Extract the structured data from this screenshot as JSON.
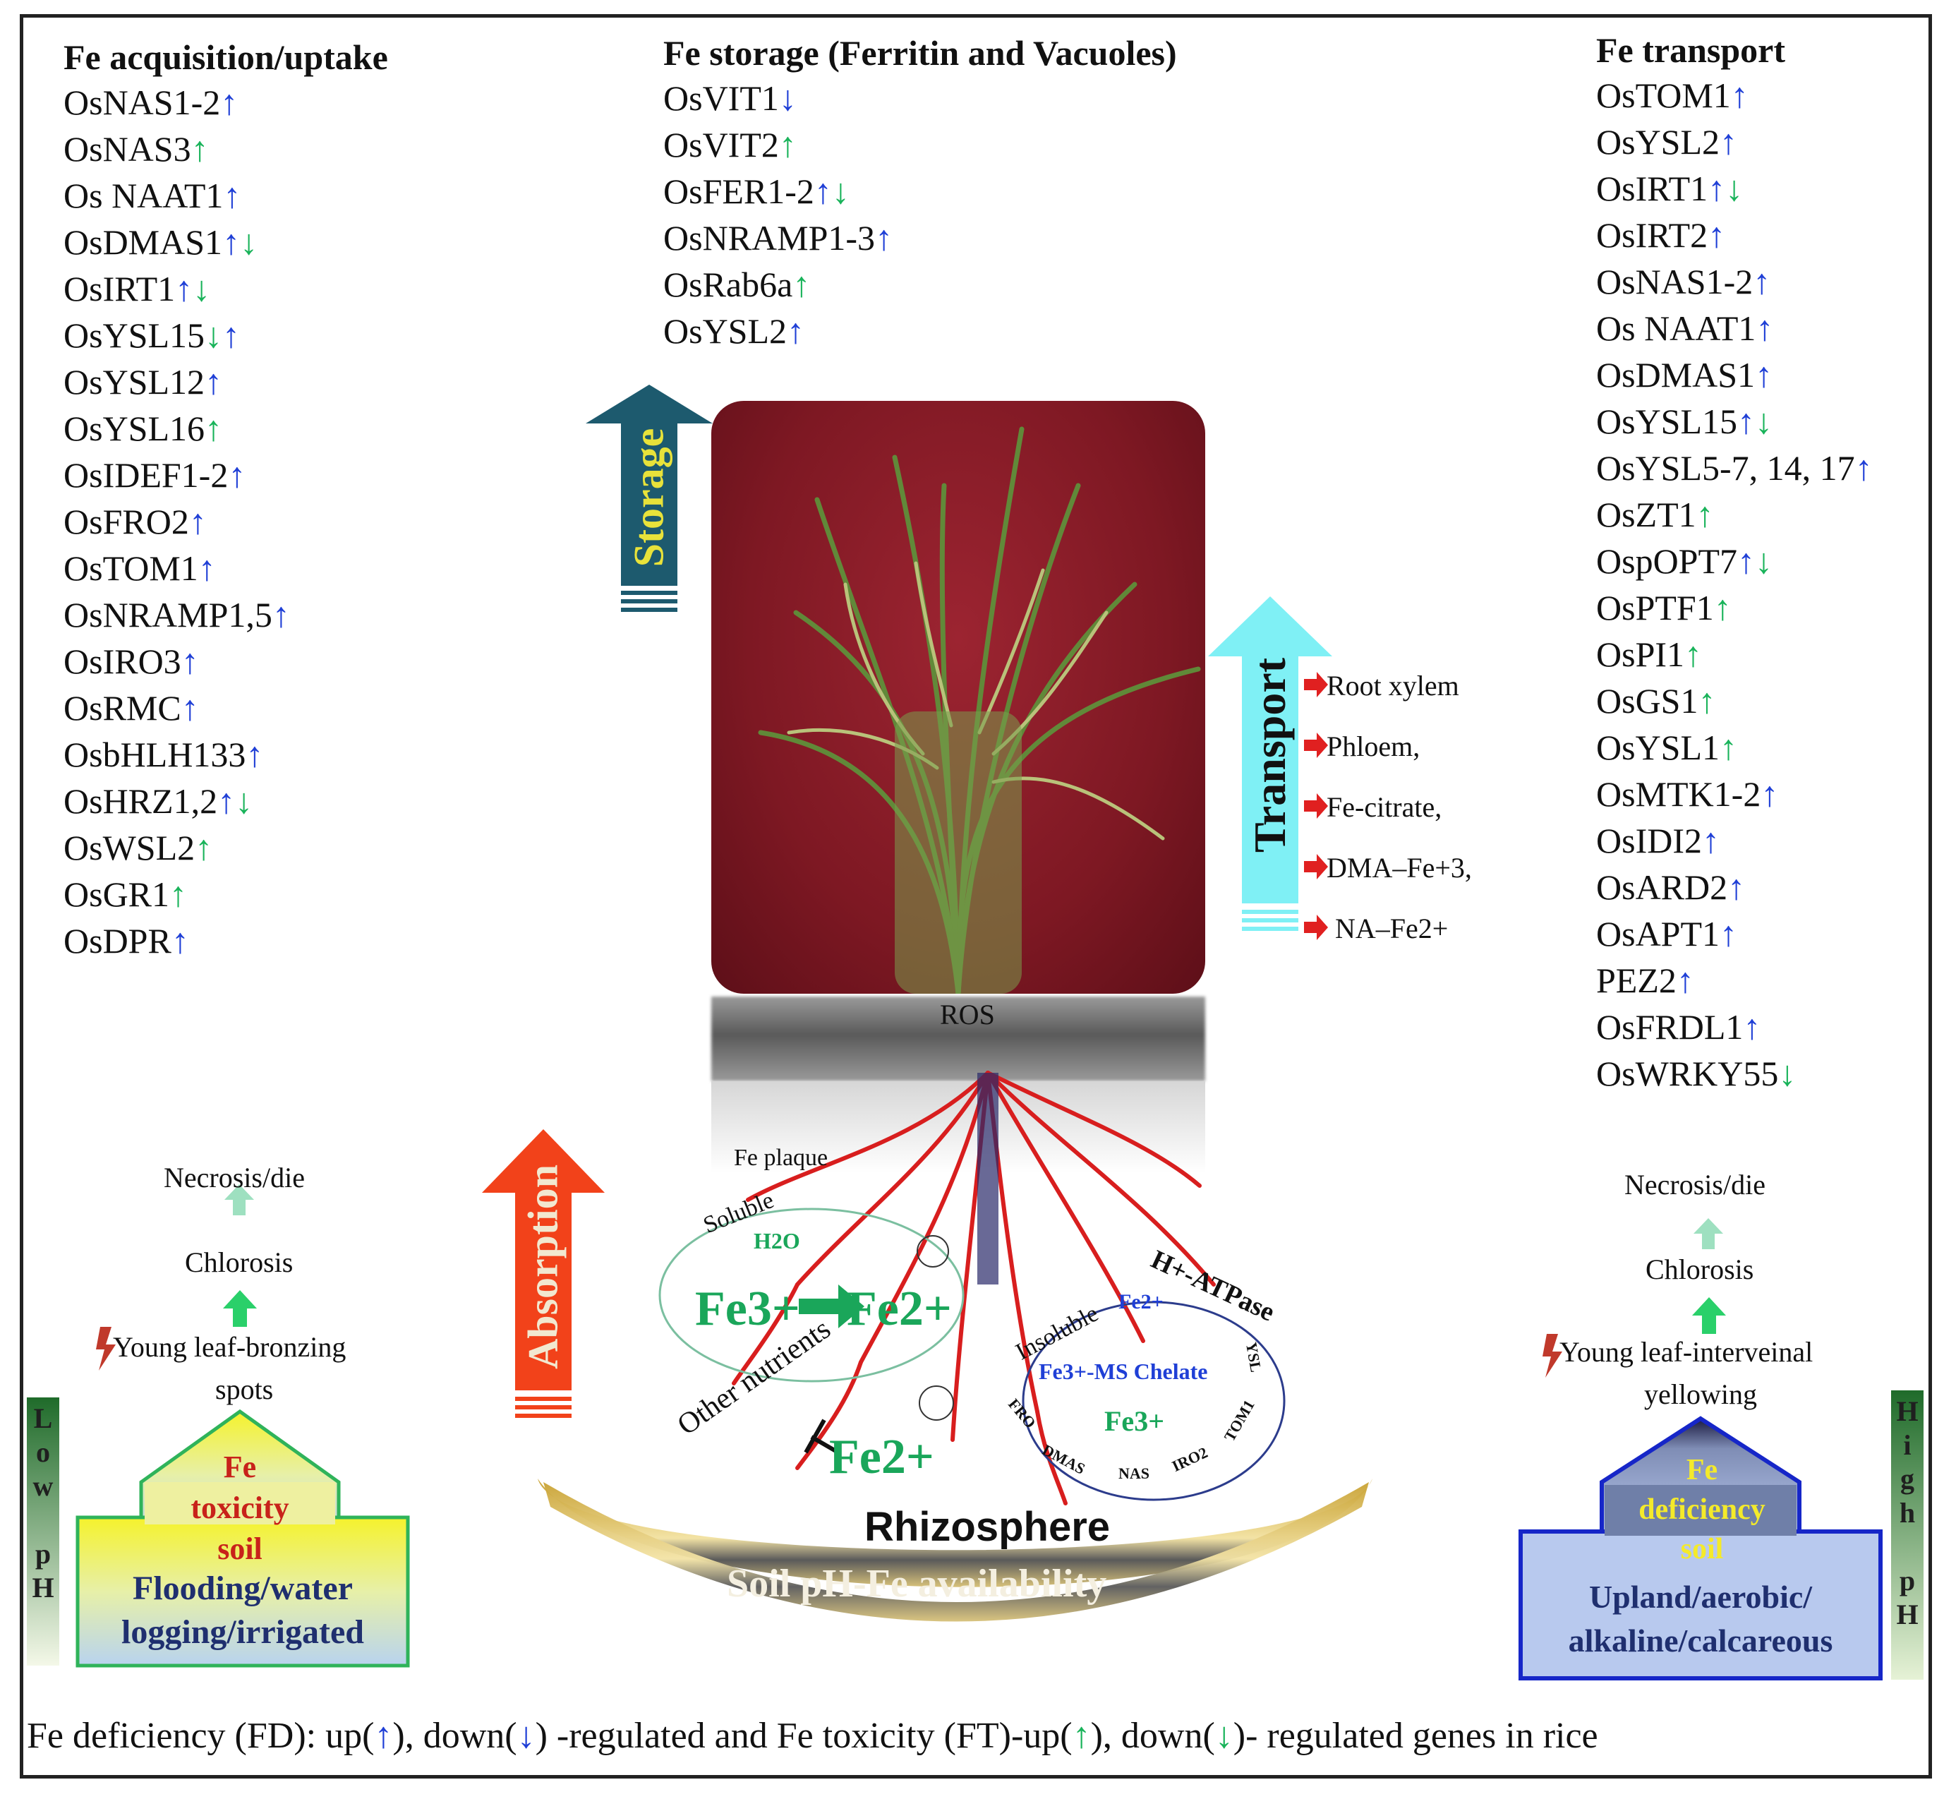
{
  "acquisition": {
    "title": "Fe acquisition/uptake",
    "genes": [
      {
        "name": "OsNAS1-2",
        "marks": [
          {
            "s": "↑",
            "t": "fd"
          }
        ]
      },
      {
        "name": "OsNAS3",
        "marks": [
          {
            "s": "↑",
            "t": "ft"
          }
        ]
      },
      {
        "name": "Os NAAT1",
        "marks": [
          {
            "s": "↑",
            "t": "fd"
          }
        ]
      },
      {
        "name": "OsDMAS1",
        "marks": [
          {
            "s": "↑",
            "t": "fd"
          },
          {
            "s": "↓",
            "t": "ft"
          }
        ]
      },
      {
        "name": "OsIRT1",
        "marks": [
          {
            "s": "↑",
            "t": "fd"
          },
          {
            "s": "↓",
            "t": "ft"
          }
        ]
      },
      {
        "name": "OsYSL15",
        "marks": [
          {
            "s": "↓",
            "t": "ft"
          },
          {
            "s": "↑",
            "t": "fd"
          }
        ]
      },
      {
        "name": "OsYSL12",
        "marks": [
          {
            "s": "↑",
            "t": "fd"
          }
        ]
      },
      {
        "name": "OsYSL16",
        "marks": [
          {
            "s": "↑",
            "t": "ft"
          }
        ]
      },
      {
        "name": "OsIDEF1-2",
        "marks": [
          {
            "s": "↑",
            "t": "fd"
          }
        ]
      },
      {
        "name": "OsFRO2",
        "marks": [
          {
            "s": "↑",
            "t": "fd"
          }
        ]
      },
      {
        "name": "OsTOM1",
        "marks": [
          {
            "s": "↑",
            "t": "fd"
          }
        ]
      },
      {
        "name": "OsNRAMP1,5",
        "marks": [
          {
            "s": "↑",
            "t": "fd"
          }
        ]
      },
      {
        "name": "OsIRO3",
        "marks": [
          {
            "s": "↑",
            "t": "fd"
          }
        ]
      },
      {
        "name": "OsRMC",
        "marks": [
          {
            "s": "↑",
            "t": "fd"
          }
        ]
      },
      {
        "name": "OsbHLH133",
        "marks": [
          {
            "s": "↑",
            "t": "fd"
          }
        ]
      },
      {
        "name": "OsHRZ1,2",
        "marks": [
          {
            "s": "↑",
            "t": "fd"
          },
          {
            "s": "↓",
            "t": "ft"
          }
        ]
      },
      {
        "name": "OsWSL2",
        "marks": [
          {
            "s": "↑",
            "t": "ft"
          }
        ]
      },
      {
        "name": "OsGR1",
        "marks": [
          {
            "s": "↑",
            "t": "ft"
          }
        ]
      },
      {
        "name": "OsDPR",
        "marks": [
          {
            "s": "↑",
            "t": "fd"
          }
        ]
      }
    ]
  },
  "storage": {
    "title": "Fe storage (Ferritin and Vacuoles)",
    "genes": [
      {
        "name": "OsVIT1",
        "marks": [
          {
            "s": "↓",
            "t": "fd"
          }
        ]
      },
      {
        "name": "OsVIT2",
        "marks": [
          {
            "s": "↑",
            "t": "ft"
          }
        ]
      },
      {
        "name": "OsFER1-2",
        "marks": [
          {
            "s": "↑",
            "t": "fd"
          },
          {
            "s": "↓",
            "t": "ft"
          }
        ]
      },
      {
        "name": "OsNRAMP1-3",
        "marks": [
          {
            "s": "↑",
            "t": "fd"
          }
        ]
      },
      {
        "name": "OsRab6a",
        "marks": [
          {
            "s": "↑",
            "t": "ft"
          }
        ]
      },
      {
        "name": "OsYSL2",
        "marks": [
          {
            "s": "↑",
            "t": "fd"
          }
        ]
      }
    ]
  },
  "transport": {
    "title": "Fe transport",
    "genes": [
      {
        "name": "OsTOM1",
        "marks": [
          {
            "s": "↑",
            "t": "fd"
          }
        ]
      },
      {
        "name": "OsYSL2",
        "marks": [
          {
            "s": "↑",
            "t": "fd"
          }
        ]
      },
      {
        "name": "OsIRT1",
        "marks": [
          {
            "s": "↑",
            "t": "fd"
          },
          {
            "s": "↓",
            "t": "ft"
          }
        ]
      },
      {
        "name": "OsIRT2",
        "marks": [
          {
            "s": "↑",
            "t": "fd"
          }
        ]
      },
      {
        "name": "OsNAS1-2",
        "marks": [
          {
            "s": "↑",
            "t": "fd"
          }
        ]
      },
      {
        "name": "Os NAAT1",
        "marks": [
          {
            "s": "↑",
            "t": "fd"
          }
        ]
      },
      {
        "name": "OsDMAS1",
        "marks": [
          {
            "s": "↑",
            "t": "fd"
          }
        ]
      },
      {
        "name": "OsYSL15",
        "marks": [
          {
            "s": "↑",
            "t": "fd"
          },
          {
            "s": "↓",
            "t": "ft"
          }
        ]
      },
      {
        "name": "OsYSL5-7, 14, 17",
        "marks": [
          {
            "s": "↑",
            "t": "fd"
          }
        ]
      },
      {
        "name": "OsZT1",
        "marks": [
          {
            "s": "↑",
            "t": "ft"
          }
        ]
      },
      {
        "name": "OspOPT7",
        "marks": [
          {
            "s": "↑",
            "t": "fd"
          },
          {
            "s": "↓",
            "t": "ft"
          }
        ]
      },
      {
        "name": "OsPTF1",
        "marks": [
          {
            "s": "↑",
            "t": "ft"
          }
        ]
      },
      {
        "name": "OsPI1",
        "marks": [
          {
            "s": "↑",
            "t": "ft"
          }
        ]
      },
      {
        "name": "OsGS1",
        "marks": [
          {
            "s": "↑",
            "t": "ft"
          }
        ]
      },
      {
        "name": "OsYSL1",
        "marks": [
          {
            "s": "↑",
            "t": "ft"
          }
        ]
      },
      {
        "name": "OsMTK1-2",
        "marks": [
          {
            "s": "↑",
            "t": "fd"
          }
        ]
      },
      {
        "name": "OsIDI2",
        "marks": [
          {
            "s": "↑",
            "t": "fd"
          }
        ]
      },
      {
        "name": "OsARD2",
        "marks": [
          {
            "s": "↑",
            "t": "fd"
          }
        ]
      },
      {
        "name": "OsAPT1",
        "marks": [
          {
            "s": "↑",
            "t": "fd"
          }
        ]
      },
      {
        "name": "PEZ2",
        "marks": [
          {
            "s": "↑",
            "t": "fd"
          }
        ]
      },
      {
        "name": "OsFRDL1",
        "marks": [
          {
            "s": "↑",
            "t": "fd"
          }
        ]
      },
      {
        "name": "OsWRKY55",
        "marks": [
          {
            "s": "↓",
            "t": "ft"
          }
        ]
      }
    ]
  },
  "arrows": {
    "storage": "Storage",
    "transport": "Transport",
    "absorption": "Absorption"
  },
  "transport_routes": [
    "Root xylem",
    "Phloem,",
    "Fe-citrate,",
    "DMA–Fe+3,",
    "NA–Fe2+"
  ],
  "plant": {
    "ros": "ROS",
    "fe_plaque": "Fe plaque",
    "soluble": "Soluble",
    "h2o": "H2O",
    "fe3": "Fe3+",
    "fe2": "Fe2+",
    "insoluble": "Insoluble",
    "atpase": "H+-ATPase",
    "chelate": "Fe3+-MS Chelate",
    "fe3_inner": "Fe3+",
    "fe2_inner": "Fe2+",
    "ring_labels": [
      "FRO",
      "DMAS",
      "NAS",
      "IRO2",
      "TOM1",
      "YSL"
    ],
    "other_nutrients": "Other nutrients",
    "fe2_block": "Fe2+"
  },
  "rhizosphere": {
    "title": "Rhizosphere",
    "subtitle": "Soil pH-Fe availability"
  },
  "left_side": {
    "necrosis": "Necrosis/die",
    "chlorosis": "Chlorosis",
    "symptom_line1": "Young leaf-bronzing",
    "symptom_line2": "spots",
    "house_top": [
      "Fe",
      "toxicity",
      "soil"
    ],
    "house_bottom": [
      "Flooding/water",
      "logging/irrigated"
    ],
    "ph_bar": [
      "L",
      "o",
      "w",
      "",
      "p",
      "H"
    ]
  },
  "right_side": {
    "necrosis": "Necrosis/die",
    "chlorosis": "Chlorosis",
    "symptom_line1": "Young leaf-interveinal",
    "symptom_line2": "yellowing",
    "house_top": [
      "Fe",
      "deficiency",
      "soil"
    ],
    "house_bottom": [
      "Upland/aerobic/",
      "alkaline/calcareous"
    ],
    "ph_bar": [
      "H",
      "i",
      "g",
      "h",
      "",
      "p",
      "H"
    ]
  },
  "legend": {
    "p1": "Fe deficiency (FD): up(",
    "a1": "↑",
    "p2": "), down(",
    "a2": "↓",
    "p3": ") -regulated and Fe toxicity (FT)-up(",
    "a3": "↑",
    "p4": "), down(",
    "a4": "↓",
    "p5": ")- regulated genes in rice"
  },
  "colors": {
    "fd_arrow": "#1f3fd6",
    "ft_arrow": "#19b35a",
    "storage_arrow": "#1d5a6e",
    "transport_arrow": "#7ff0f5",
    "absorption_arrow": "#f2421a",
    "photo_bg": "#7e1823"
  }
}
